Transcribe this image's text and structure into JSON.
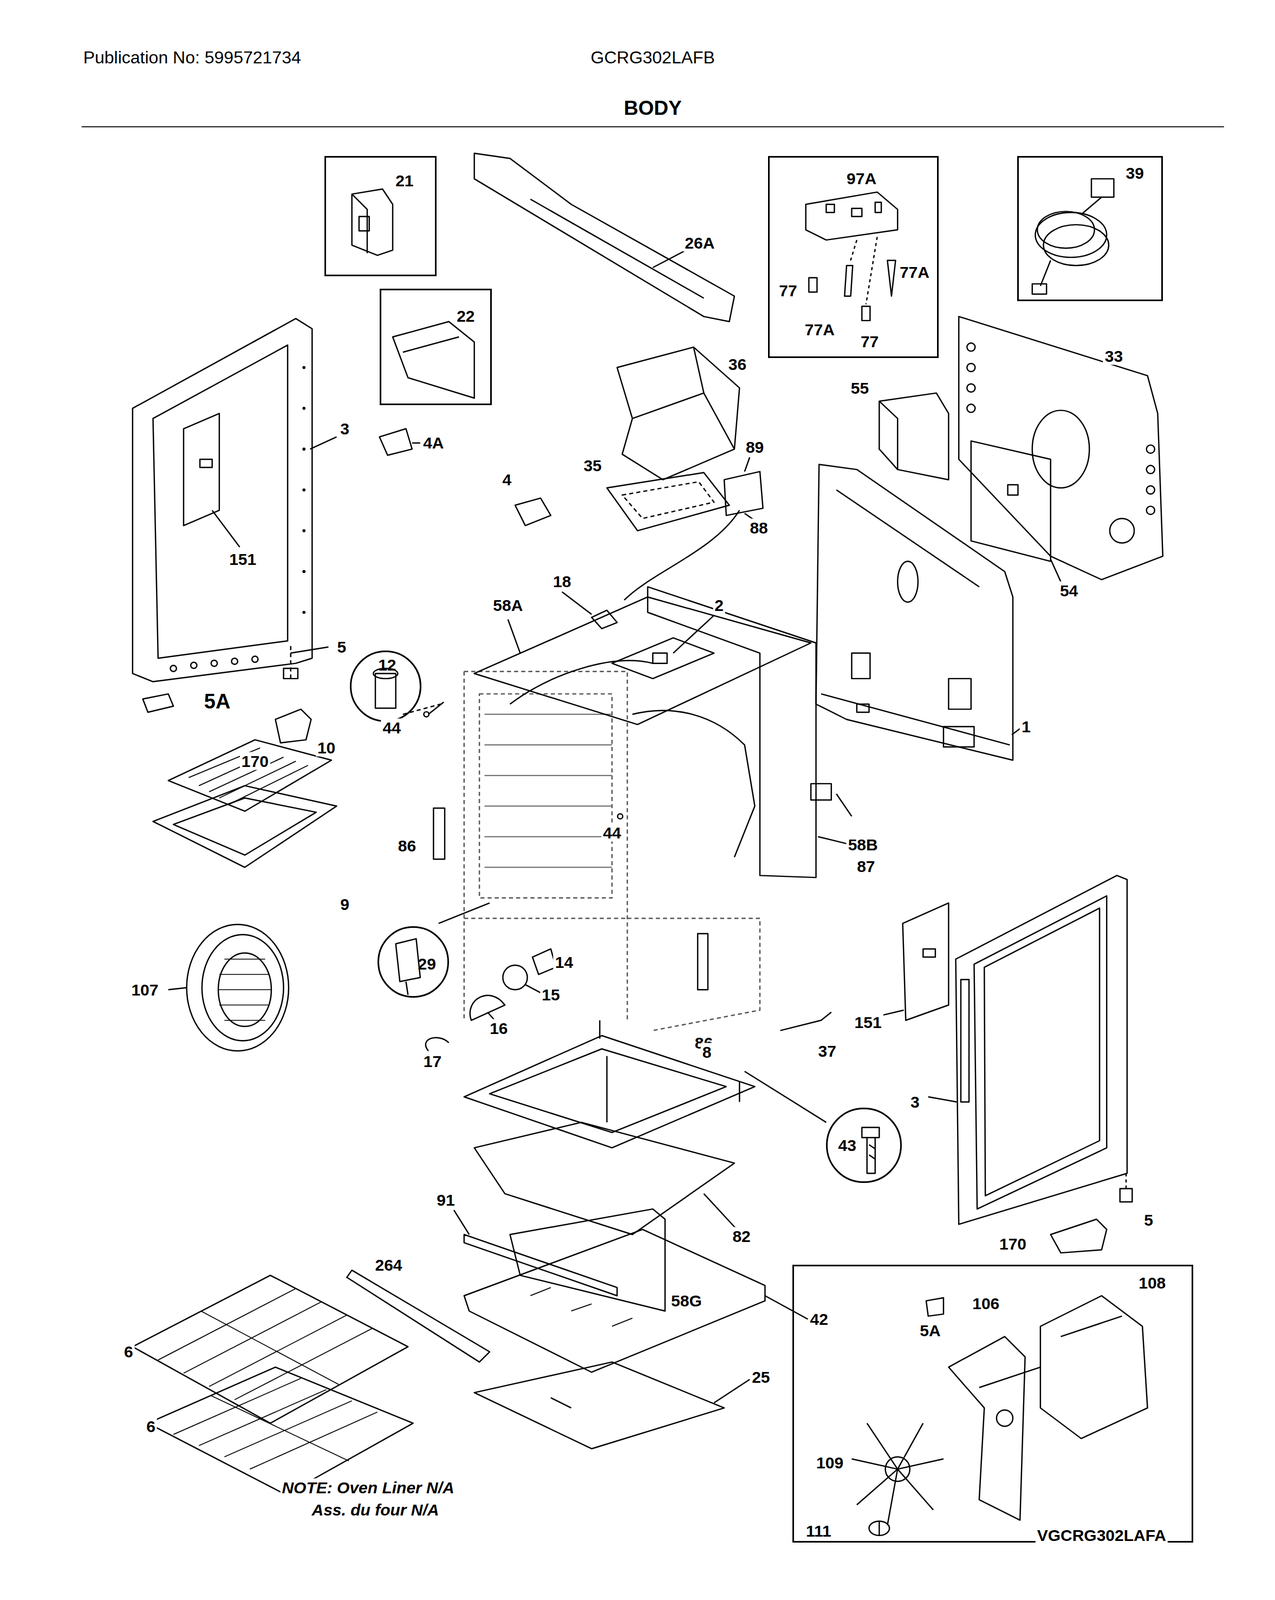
{
  "diagram": {
    "title": "BODY",
    "nodes": [
      {
        "text": [
          "21"
        ]
      },
      {
        "text": [
          "22"
        ]
      },
      {
        "text": [
          "97A",
          "77",
          "77A",
          "77A",
          "77"
        ]
      },
      {
        "text": [
          "39"
        ]
      },
      {
        "text": [
          "12"
        ]
      },
      {
        "text": [
          "29"
        ]
      },
      {
        "text": [
          "43"
        ]
      },
      {
        "text": [
          "108",
          "106",
          "109",
          "111"
        ]
      }
    ],
    "labels": [
      "Publication No: 5995721734",
      "GCRG302LAFB",
      "3",
      "151",
      "4A",
      "5",
      "5A",
      "170",
      "10",
      "9",
      "107",
      "44",
      "18",
      "58A",
      "2",
      "4",
      "35",
      "36",
      "89",
      "88",
      "26A",
      "55",
      "33",
      "54",
      "1",
      "87",
      "58B",
      "44",
      "86",
      "86",
      "14",
      "15",
      "16",
      "17",
      "8",
      "37",
      "151",
      "3",
      "5",
      "170",
      "5A",
      "91",
      "58G",
      "82",
      "42",
      "264",
      "6",
      "6",
      "25",
      "NOTE: Oven Liner N/A",
      "Ass. du four N/A",
      "VGCRG302LAFA"
    ]
  }
}
